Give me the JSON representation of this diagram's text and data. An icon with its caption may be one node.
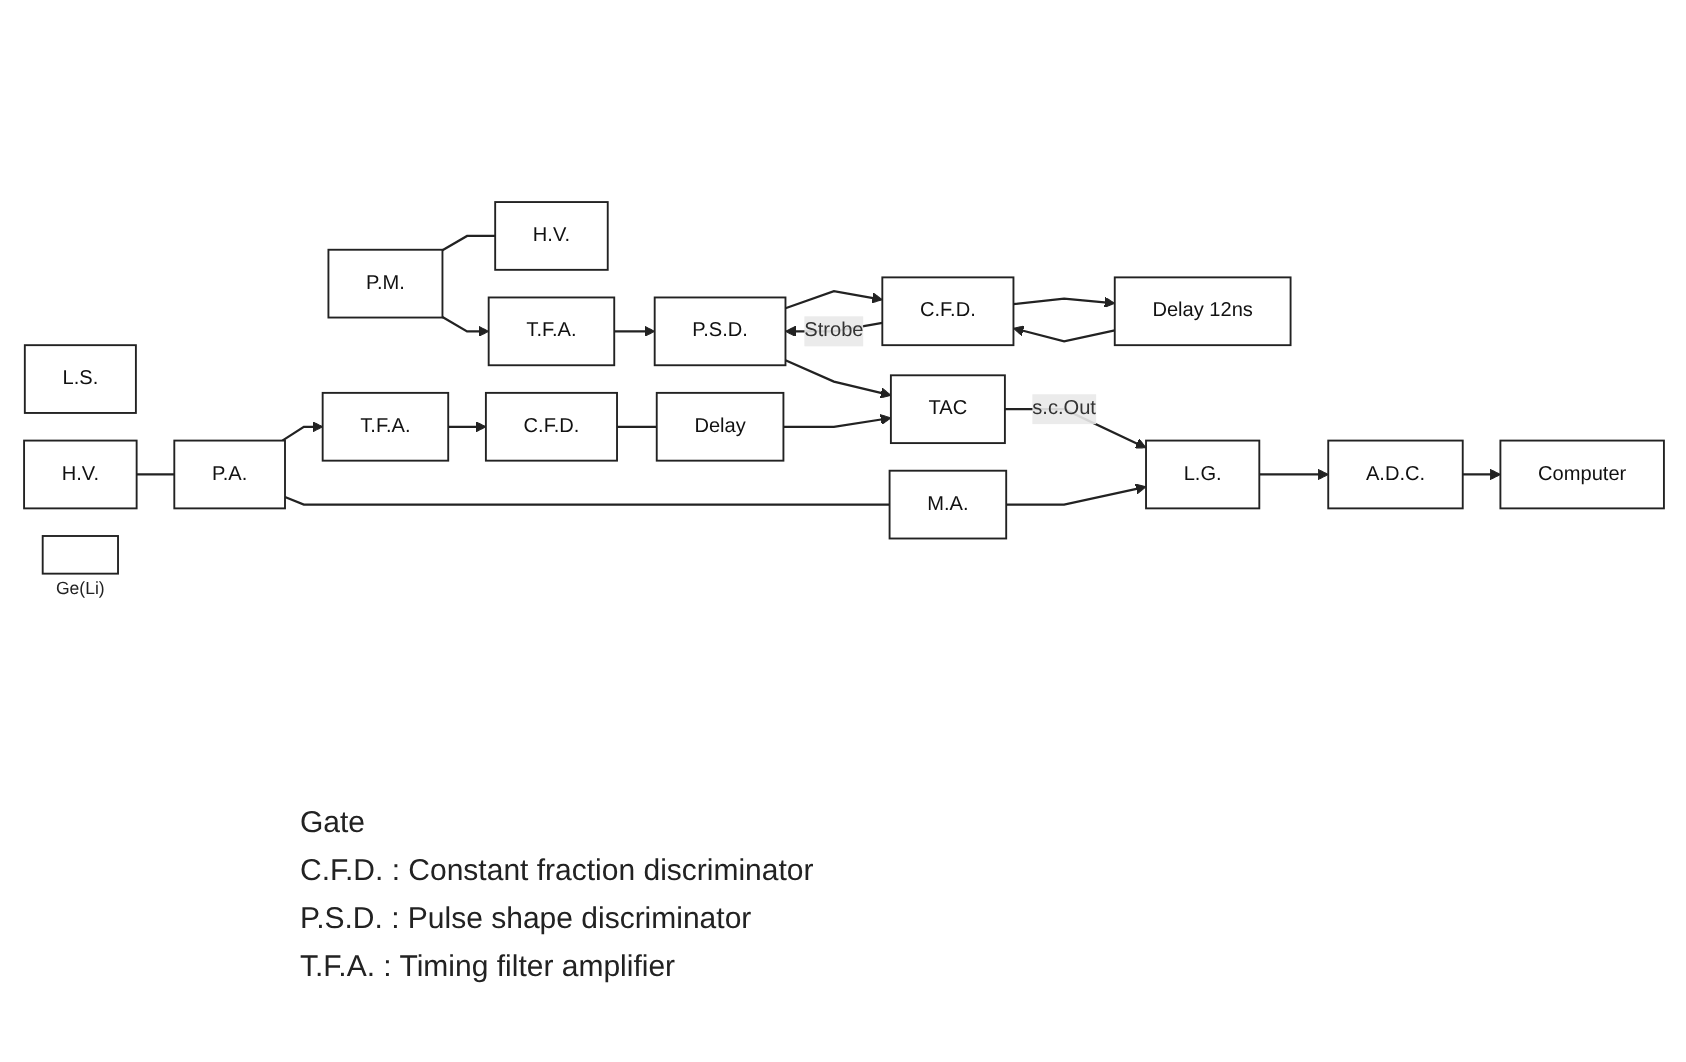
{
  "diagram": {
    "nodes": [
      {
        "text": [
          "L.S."
        ]
      },
      {
        "text": [
          "P.M."
        ]
      },
      {
        "text": [
          "H.V."
        ]
      },
      {
        "text": [
          "T.F.A."
        ]
      },
      {
        "text": [
          "P.S.D."
        ]
      },
      {
        "text": [
          "C.F.D."
        ]
      },
      {
        "text": [
          "Delay 12ns"
        ]
      },
      {
        "text": [
          "TAC"
        ]
      },
      {
        "text": [
          "L.G."
        ]
      },
      {
        "text": [
          "A.D.C."
        ]
      },
      {
        "text": [
          "Computer"
        ]
      },
      {
        "text": [
          "H.V."
        ]
      },
      {
        "text": [],
        "shape": "box",
        "beside": [
          "Ge(Li)"
        ]
      },
      {
        "text": [
          "P.A."
        ]
      },
      {
        "text": [
          "T.F.A."
        ]
      },
      {
        "text": [
          "C.F.D."
        ]
      },
      {
        "text": [
          "Delay"
        ]
      },
      {
        "text": [
          "M.A."
        ]
      }
    ],
    "edges": [
      {
        "from": 1,
        "to": 3,
        "arrow": "to"
      },
      {
        "from": 1,
        "to": 2,
        "arrow": "none"
      },
      {
        "from": 3,
        "to": 4,
        "arrow": "to"
      },
      {
        "from": 4,
        "to": 5,
        "arrow": "to"
      },
      {
        "from": 5,
        "to": 4,
        "arrow": "to",
        "label": "Strobe"
      },
      {
        "from": 5,
        "to": 6,
        "arrow": "to"
      },
      {
        "from": 6,
        "to": 5,
        "arrow": "to"
      },
      {
        "from": 4,
        "to": 7,
        "arrow": "to"
      },
      {
        "from": 7,
        "to": 8,
        "arrow": "to",
        "label": "s.c.Out"
      },
      {
        "from": 8,
        "to": 9,
        "arrow": "to"
      },
      {
        "from": 9,
        "to": 10,
        "arrow": "to"
      },
      {
        "from": 11,
        "to": 13,
        "arrow": "none"
      },
      {
        "from": 13,
        "to": 14,
        "arrow": "to"
      },
      {
        "from": 14,
        "to": 15,
        "arrow": "to"
      },
      {
        "from": 15,
        "to": 16,
        "arrow": "none"
      },
      {
        "from": 16,
        "to": 7,
        "arrow": "to"
      },
      {
        "from": 13,
        "to": 17,
        "arrow": "none"
      },
      {
        "from": 17,
        "to": 8,
        "arrow": "to"
      }
    ],
    "labels": [
      "Gate",
      "C.F.D. : Constant fraction discriminator",
      "P.S.D. : Pulse shape discriminator",
      "T.F.A. : Timing filter amplifier"
    ]
  }
}
